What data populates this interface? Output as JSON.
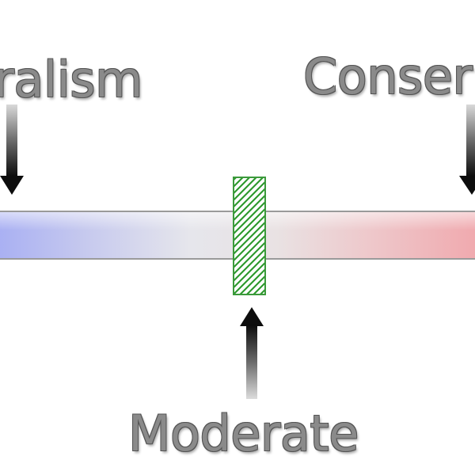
{
  "labels": {
    "left": "ralism",
    "right": "Conser",
    "center": "Moderate"
  },
  "colors": {
    "label_text": "#8a8a8a",
    "left_end": "#a9b0f3",
    "right_end": "#f0a9ae",
    "marker_hatch": "#2f9a2f",
    "arrow": "#111111"
  },
  "icons": {
    "left_arrow": "arrow-down-icon",
    "right_arrow": "arrow-down-icon",
    "center_arrow": "arrow-up-icon",
    "marker": "hatched-marker"
  }
}
